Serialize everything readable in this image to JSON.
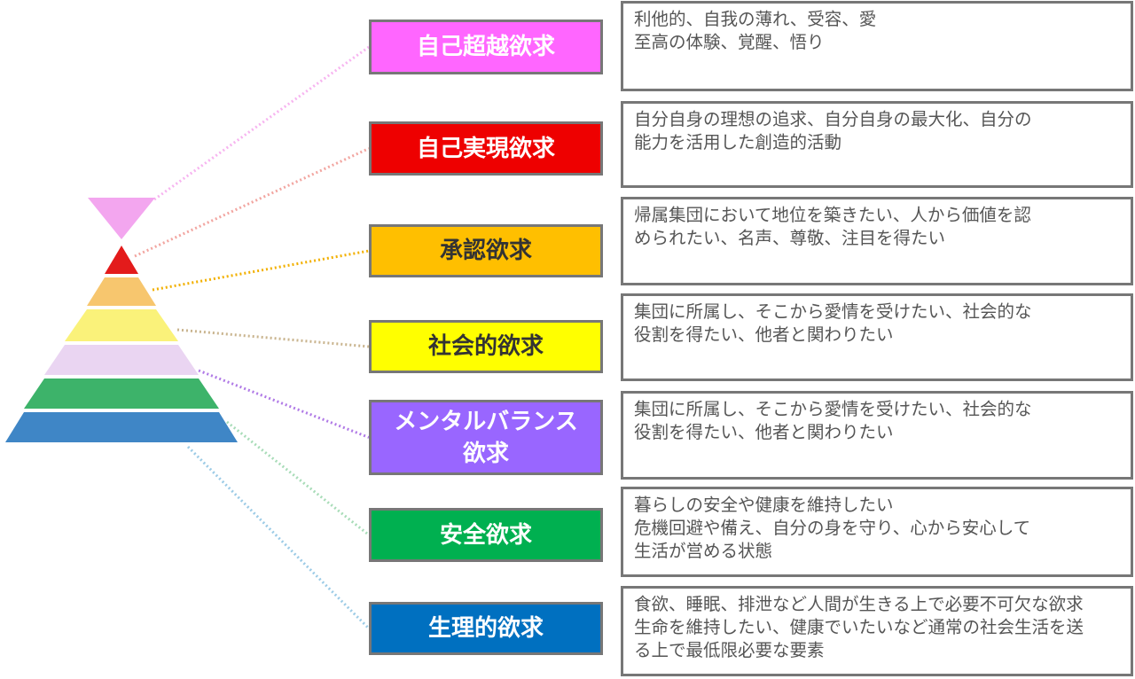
{
  "levels": [
    {
      "label": "自己超越欲求",
      "description": "利他的、自我の薄れ、受容、愛\n至高の体験、覚醒、悟り",
      "color": "#ff66ff",
      "text_color": "#ffffff",
      "line_color": "#f7b4f0",
      "tier_color": "#f3a6ef"
    },
    {
      "label": "自己実現欲求",
      "description": "自分自身の理想の追求、自分自身の最大化、自分の\n能力を活用した創造的活動",
      "color": "#ee0000",
      "text_color": "#ffffff",
      "line_color": "#f2a5a0",
      "tier_color": "#e31b1b"
    },
    {
      "label": "承認欲求",
      "description": "帰属集団において地位を築きたい、人から価値を認\nめられたい、名声、尊敬、注目を得たい",
      "color": "#ffbf00",
      "text_color": "#333333",
      "line_color": "#f2b000",
      "tier_color": "#f7c66e"
    },
    {
      "label": "社会的欲求",
      "description": "集団に所属し、そこから愛情を受けたい、社会的な\n役割を得たい、他者と関わりたい",
      "color": "#ffff00",
      "text_color": "#333333",
      "line_color": "#c9b48e",
      "tier_color": "#faf27a"
    },
    {
      "label": "メンタルバランス\n欲求",
      "description": "集団に所属し、そこから愛情を受けたい、社会的な\n役割を得たい、他者と関わりたい",
      "color": "#9966ff",
      "text_color": "#ffffff",
      "line_color": "#b07ae6",
      "tier_color": "#ead5f2"
    },
    {
      "label": "安全欲求",
      "description": "暮らしの安全や健康を維持したい\n危機回避や備え、自分の身を守り、心から安心して\n生活が営める状態",
      "color": "#00b050",
      "text_color": "#ffffff",
      "line_color": "#a8dcb8",
      "tier_color": "#3db36a"
    },
    {
      "label": "生理的欲求",
      "description": "食欲、睡眠、排泄など人間が生きる上で必要不可欠な欲求\n生命を維持したい、健康でいたいなど通常の社会生活を送\nる上で最低限必要な要素",
      "color": "#0070c0",
      "text_color": "#ffffff",
      "line_color": "#9ccbe6",
      "tier_color": "#3f86c6"
    }
  ]
}
